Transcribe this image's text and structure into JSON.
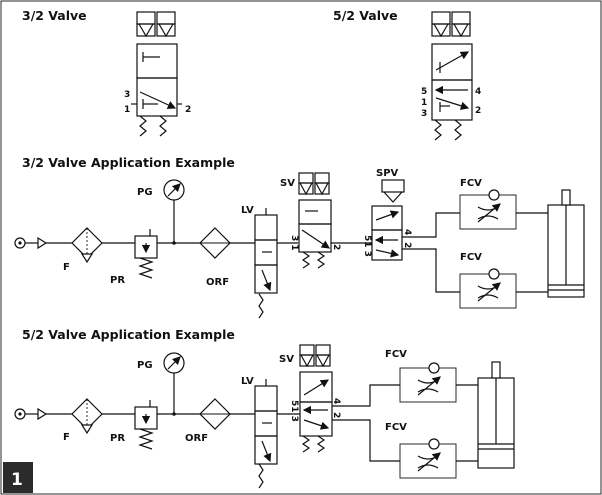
{
  "figure": {
    "number": "1",
    "sections": {
      "valve32": {
        "heading": "3/2 Valve",
        "ports": [
          "3",
          "1",
          "2"
        ]
      },
      "valve52": {
        "heading": "5/2 Valve",
        "ports": [
          "5",
          "1",
          "3",
          "4",
          "2"
        ]
      },
      "app32": {
        "heading": "3/2 Valve Application Example"
      },
      "app52": {
        "heading": "5/2 Valve Application Example"
      }
    },
    "labels": {
      "pg": "PG",
      "pr": "PR",
      "f": "F",
      "orf": "ORF",
      "lv": "LV",
      "sv": "SV",
      "spv": "SPV",
      "fcv": "FCV"
    },
    "sv_ports_32": {
      "left": "3 1",
      "right": "2"
    },
    "spv_ports": {
      "left": "51 3",
      "top": "4",
      "bottom": "2"
    },
    "sv_ports_52": {
      "left": "51 3",
      "top": "4",
      "bottom": "2"
    }
  }
}
